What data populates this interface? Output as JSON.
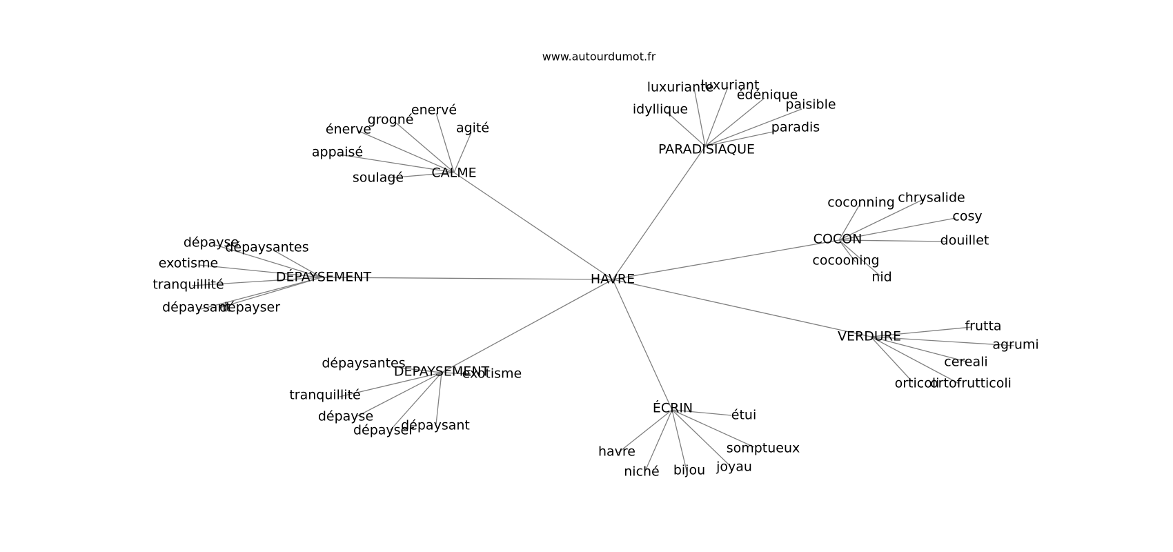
{
  "source_text": "www.autourdumot.fr",
  "root": "HAVRE",
  "groups": [
    {
      "label": "PARADISIAQUE",
      "children": [
        "luxuriante",
        "luxuriant",
        "édénique",
        "idyllique",
        "paisible",
        "paradis"
      ]
    },
    {
      "label": "CALME",
      "children": [
        "enervé",
        "grogné",
        "agité",
        "énerve",
        "appaisé",
        "soulagé"
      ]
    },
    {
      "label": "COCON",
      "children": [
        "coconning",
        "chrysalide",
        "cosy",
        "douillet",
        "cocooning",
        "nid"
      ]
    },
    {
      "label": "DÉPAYSEMENT",
      "children": [
        "dépayse",
        "dépaysantes",
        "exotisme",
        "tranquillité",
        "dépaysant",
        "dépayser"
      ]
    },
    {
      "label": "VERDURE",
      "children": [
        "frutta",
        "agrumi",
        "cereali",
        "orticoli",
        "ortofrutticoli"
      ]
    },
    {
      "label": "DEPAYSEMENT",
      "children": [
        "dépaysantes",
        "exotisme",
        "tranquillité",
        "dépayse",
        "dépayser",
        "dépaysant"
      ]
    },
    {
      "label": "ÉCRIN",
      "children": [
        "étui",
        "havre",
        "somptueux",
        "niché",
        "bijou",
        "joyau"
      ]
    }
  ]
}
